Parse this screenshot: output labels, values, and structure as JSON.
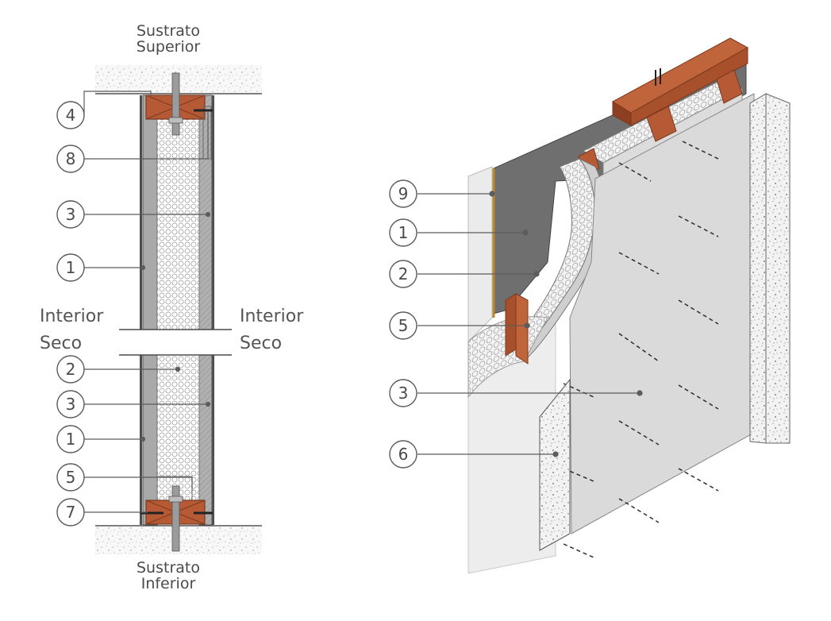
{
  "labels": {
    "top_substrate": [
      "Sustrato",
      "Superior"
    ],
    "bottom_substrate": [
      "Sustrato",
      "Inferior"
    ],
    "interior_left": [
      "Interior",
      "Seco"
    ],
    "interior_right": [
      "Interior",
      "Seco"
    ]
  },
  "section_callouts": [
    "4",
    "8",
    "3",
    "1",
    "2",
    "3",
    "1",
    "5",
    "7"
  ],
  "iso_callouts": [
    "9",
    "1",
    "2",
    "5",
    "3",
    "6"
  ],
  "colors": {
    "timber": "#b65a36",
    "timber_edge": "#7a3a20",
    "board": "#a7a7a7",
    "gypsum": "#d9d9d9",
    "membrane": "#707070",
    "line": "#5c5c5c",
    "callout_border": "#5a5a5a"
  }
}
